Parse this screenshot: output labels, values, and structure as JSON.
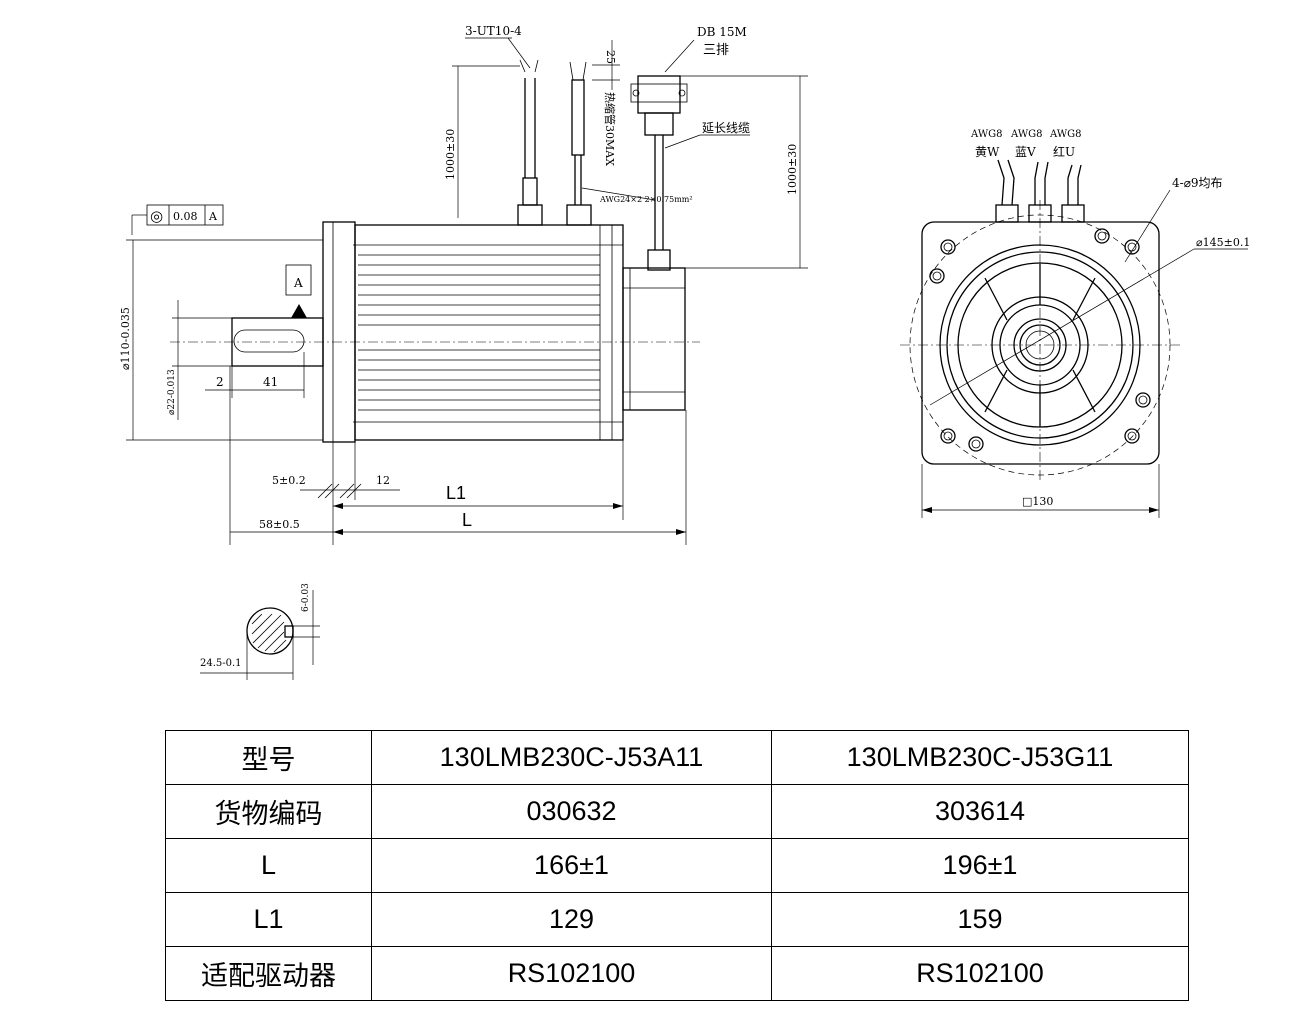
{
  "drawing": {
    "side_view": {
      "cable_power": "3-UT10-4",
      "cable_len_left": "1000±30",
      "sleeve_dim": "25",
      "heatshrink": "热缩管30MAX",
      "shield_wire": "AWG24×2 2×0.75mm²",
      "encoder_connector": "DB 15M",
      "encoder_rows": "三排",
      "ext_cable": "延长线缆",
      "cable_len_right": "1000±30",
      "tolerance_frame": [
        "◎",
        "0.08",
        "A"
      ],
      "datum": "A",
      "flange_dia": "⌀110-0.035",
      "shaft_dia": "⌀22-0.013",
      "dim_2": "2",
      "dim_41": "41",
      "dim_5": "5±0.2",
      "dim_12": "12",
      "dim_58": "58±0.5",
      "L1": "L1",
      "L": "L"
    },
    "front_view": {
      "wire_w_gauge": "AWG8",
      "wire_w_color": "黄W",
      "wire_v_gauge": "AWG8",
      "wire_v_color": "蓝V",
      "wire_u_gauge": "AWG8",
      "wire_u_color": "红U",
      "holes": "4-⌀9均布",
      "pcd": "⌀145±0.1",
      "square": "□130"
    },
    "key_section": {
      "key_width": "6-0.03",
      "key_depth": "24.5-0.1"
    }
  },
  "table": {
    "rows": [
      [
        "型号",
        "130LMB230C-J53A11",
        "130LMB230C-J53G11"
      ],
      [
        "货物编码",
        "030632",
        "303614"
      ],
      [
        "L",
        "166±1",
        "196±1"
      ],
      [
        "L1",
        "129",
        "159"
      ],
      [
        "适配驱动器",
        "RS102100",
        "RS102100"
      ]
    ]
  }
}
